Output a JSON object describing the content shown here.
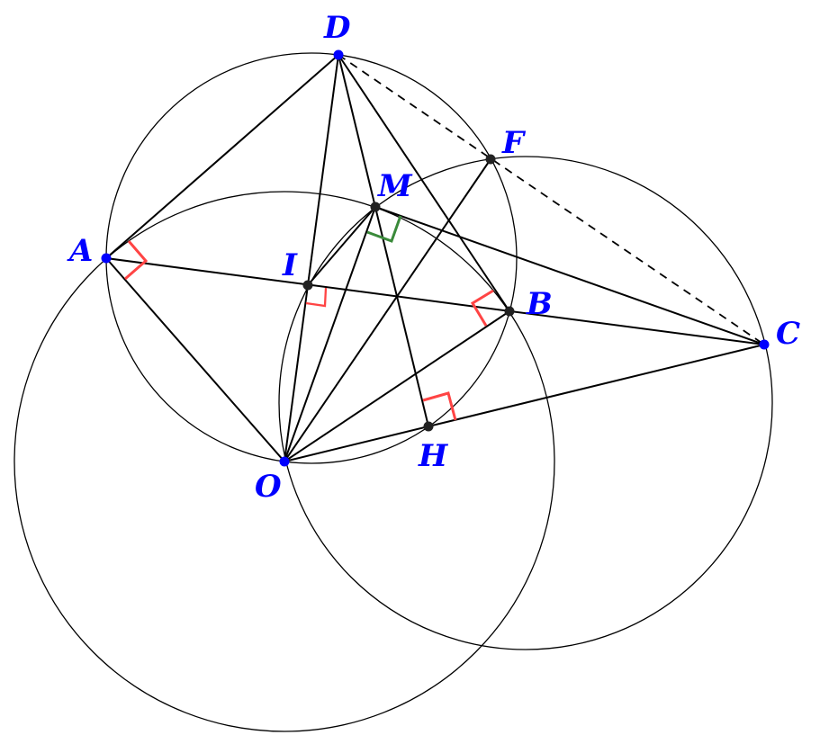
{
  "colors": {
    "point_label": "#0000ff",
    "right_angle": "#ff4444",
    "right_angle_m": "#3a8a3a",
    "line": "#000000"
  },
  "points": {
    "D": "D",
    "F": "F",
    "M": "M",
    "A": "A",
    "I": "I",
    "B": "B",
    "C": "C",
    "H": "H",
    "O": "O"
  }
}
